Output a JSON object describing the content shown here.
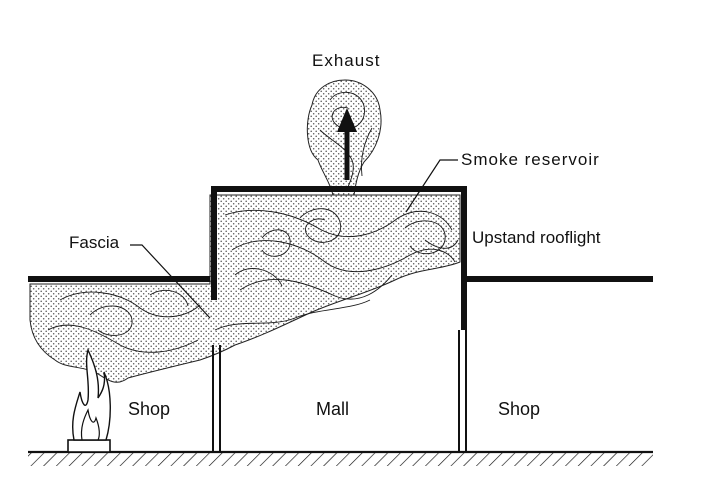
{
  "labels": {
    "exhaust": "Exhaust",
    "smoke_reservoir": "Smoke reservoir",
    "upstand_rooflight": "Upstand rooflight",
    "fascia": "Fascia",
    "shop_left": "Shop",
    "mall": "Mall",
    "shop_right": "Shop"
  },
  "colors": {
    "ink": "#111111",
    "smoke_stipple": "#555555",
    "background": "#ffffff"
  }
}
